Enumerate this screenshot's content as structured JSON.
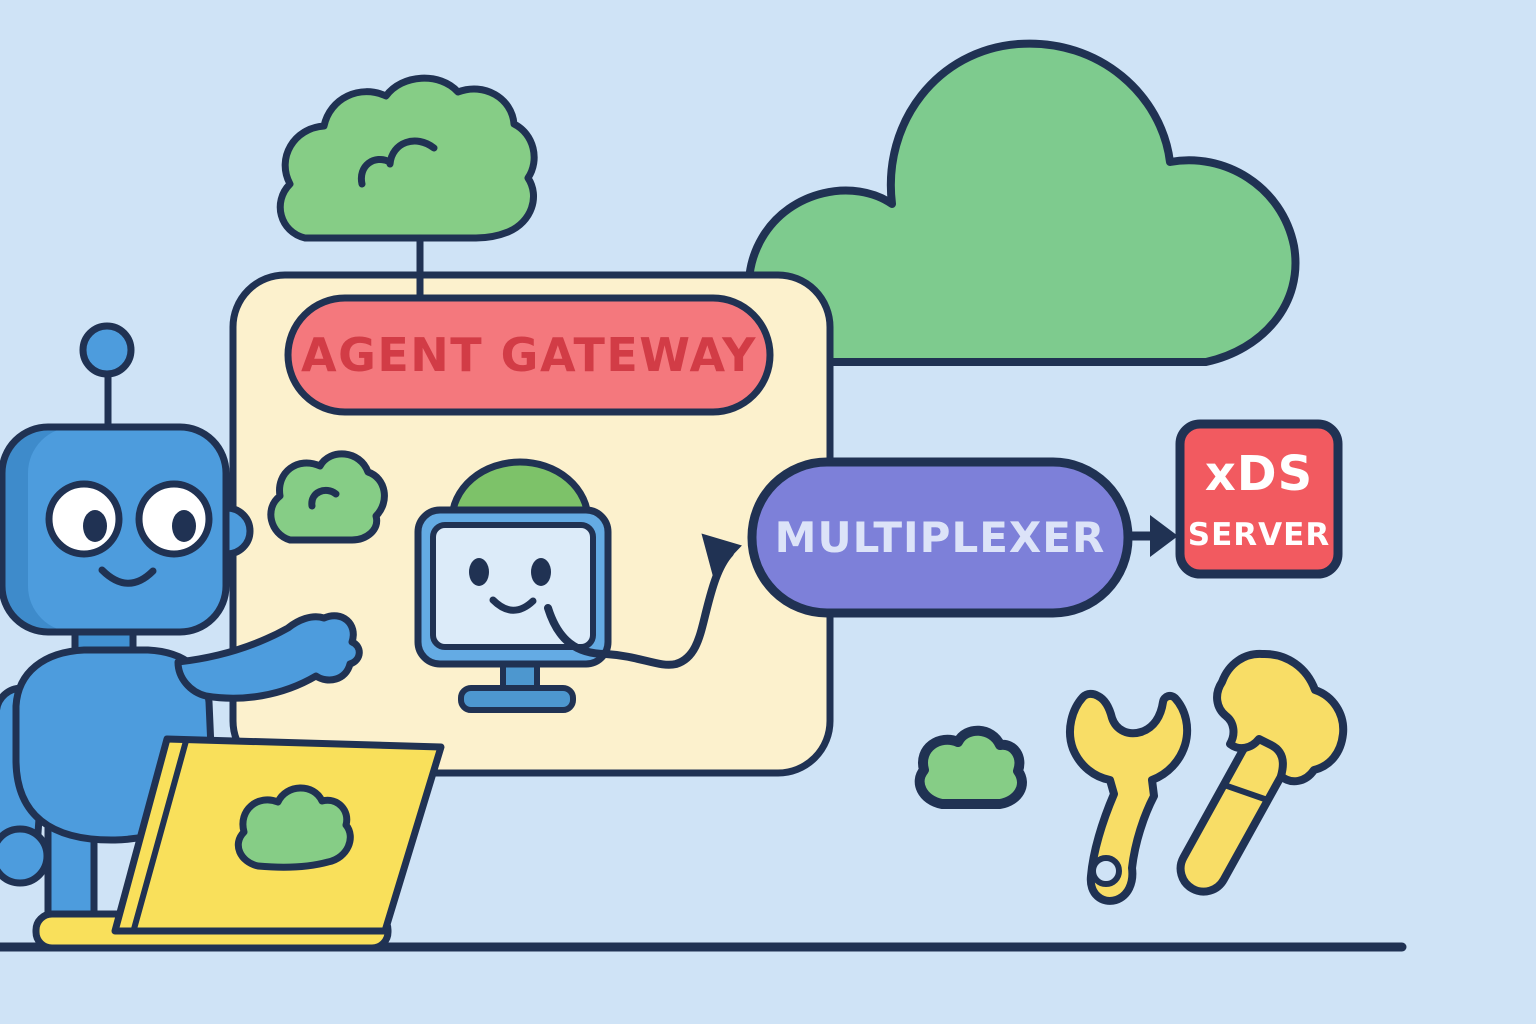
{
  "palette": {
    "background": "#cfe3f6",
    "outline": "#203253",
    "panel": "#fcf1cd",
    "cloud_green": "#86cd86",
    "big_cloud_green": "#7ecb8e",
    "dome_green": "#7dc269",
    "gateway_pill": "#f4787d",
    "gateway_text": "#d23c46",
    "multiplexer_pill": "#7d80d9",
    "multiplexer_text": "#dce3f8",
    "xds_box": "#f25a60",
    "xds_text": "#ffffff",
    "robot_blue": "#4d9cdd",
    "robot_blue_shade": "#3e8bcb",
    "robot_blue_dark": "#4191d2",
    "monitor_frame": "#64abe4",
    "monitor_screen": "#dcebf9",
    "stand_blue": "#4d97cf",
    "laptop_yellow": "#f9e05b",
    "tool_yellow": "#f8dd66",
    "eye_white": "#ffffff"
  },
  "nodes": {
    "agent_gateway": "AGENT GATEWAY",
    "multiplexer": "MULTIPLEXER",
    "xds_line1": "xDS",
    "xds_line2": "SERVER"
  }
}
